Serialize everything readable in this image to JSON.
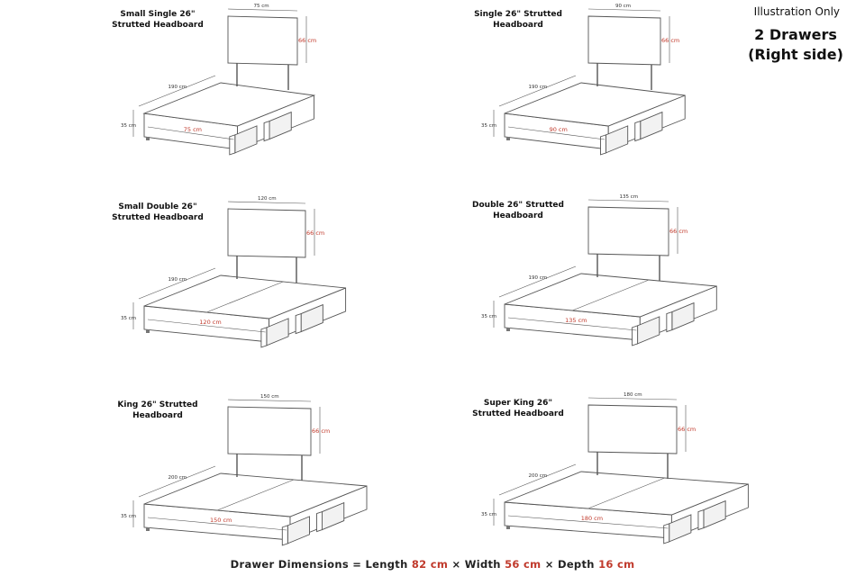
{
  "illustration_note": "Illustration Only",
  "drawer_heading_line1": "2 Drawers",
  "drawer_heading_line2": "(Right side)",
  "footer": {
    "prefix": "Drawer Dimensions = Length",
    "length": "82 cm",
    "width_label": "× Width",
    "width": "56 cm",
    "depth_label": "× Depth",
    "depth": "16 cm"
  },
  "beds": [
    {
      "title_line1": "Small Single 26\"",
      "title_line2": "Strutted Headboard",
      "headboard_width": "75 cm",
      "headboard_height": "66 cm",
      "length": "190 cm",
      "height": "35 cm",
      "base_width": "75 cm",
      "scale": 0.75
    },
    {
      "title_line1": "Single 26\" Strutted",
      "title_line2": "Headboard",
      "headboard_width": "90 cm",
      "headboard_height": "66 cm",
      "length": "190 cm",
      "height": "35 cm",
      "base_width": "90 cm",
      "scale": 0.9
    },
    {
      "title_line1": "Small Double 26\"",
      "title_line2": "Strutted Headboard",
      "headboard_width": "120 cm",
      "headboard_height": "66 cm",
      "length": "190 cm",
      "height": "35 cm",
      "base_width": "120 cm",
      "scale": 1.2
    },
    {
      "title_line1": "Double 26\" Strutted",
      "title_line2": "Headboard",
      "headboard_width": "135 cm",
      "headboard_height": "66 cm",
      "length": "190 cm",
      "height": "35 cm",
      "base_width": "135 cm",
      "scale": 1.35
    },
    {
      "title_line1": "King 26\" Strutted",
      "title_line2": "Headboard",
      "headboard_width": "150 cm",
      "headboard_height": "66 cm",
      "length": "200 cm",
      "height": "35 cm",
      "base_width": "150 cm",
      "scale": 1.5
    },
    {
      "title_line1": "Super King 26\"",
      "title_line2": "Strutted Headboard",
      "headboard_width": "180 cm",
      "headboard_height": "66 cm",
      "length": "200 cm",
      "height": "35 cm",
      "base_width": "180 cm",
      "scale": 1.8
    }
  ],
  "colors": {
    "line": "#555555",
    "bed_fill": "#ffffff",
    "shadow": "#e6e6e6",
    "accent": "#c0392b"
  }
}
